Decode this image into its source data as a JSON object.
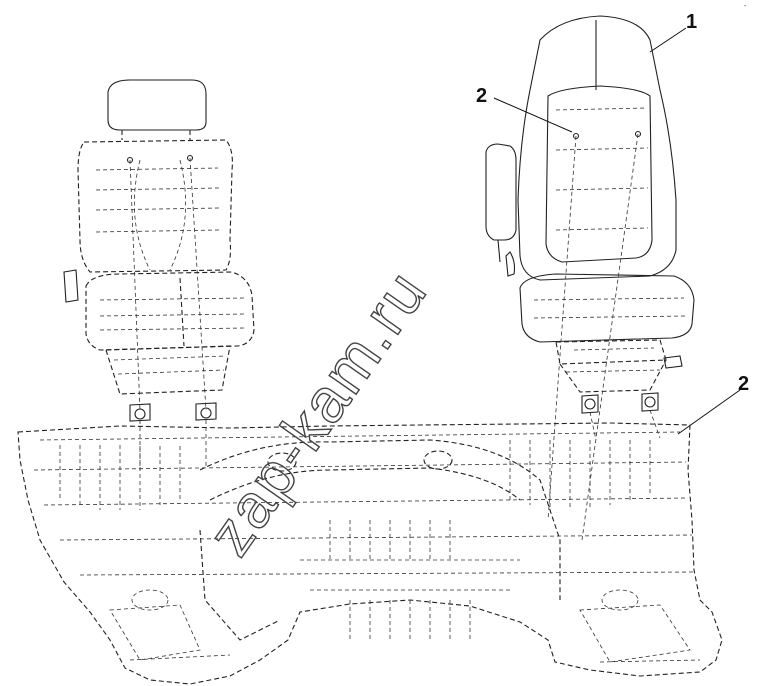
{
  "callouts": [
    {
      "id": "1",
      "label": "1"
    },
    {
      "id": "2a",
      "label": "2"
    },
    {
      "id": "2b",
      "label": "2"
    }
  ],
  "watermark": "zap-kam.ru",
  "corner_mark": "-"
}
